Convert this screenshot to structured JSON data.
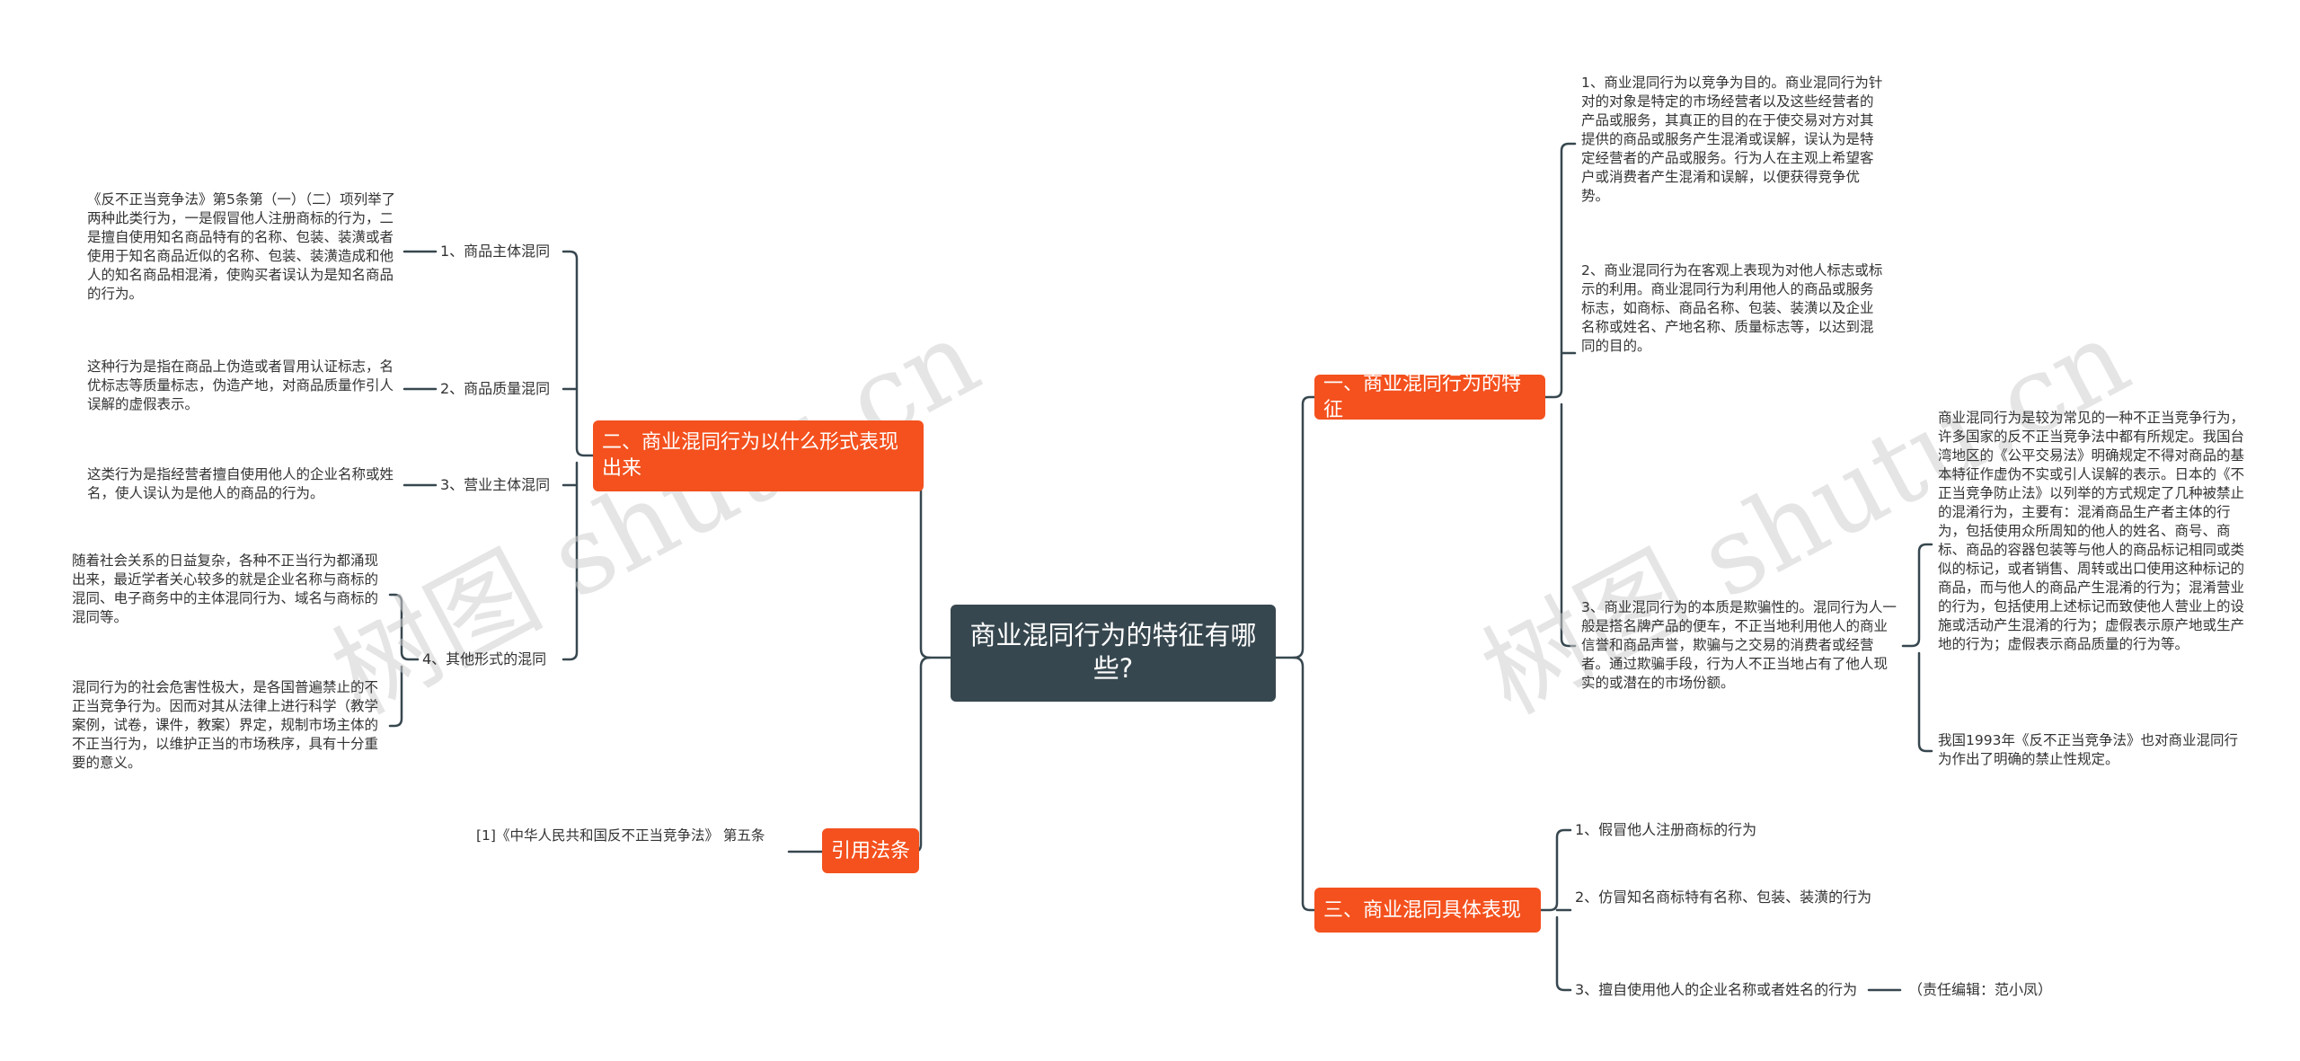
{
  "watermark": "树图 shutu.cn",
  "central": "商业混同行为的特征有哪些?",
  "left": {
    "forms": {
      "title": "二、商业混同行为以什么形式表现出来",
      "items": [
        {
          "label": "1、商品主体混同",
          "text": "《反不正当竞争法》第5条第（一）（二）项列举了两种此类行为，一是假冒他人注册商标的行为，二是擅自使用知名商品特有的名称、包装、装潢或者使用于知名商品近似的名称、包装、装潢造成和他人的知名商品相混淆，使购买者误认为是知名商品的行为。"
        },
        {
          "label": "2、商品质量混同",
          "text": "这种行为是指在商品上伪造或者冒用认证标志，名优标志等质量标志，伪造产地，对商品质量作引人误解的虚假表示。"
        },
        {
          "label": "3、营业主体混同",
          "text": "这类行为是指经营者擅自使用他人的企业名称或姓名，使人误认为是他人的商品的行为。"
        },
        {
          "label": "4、其他形式的混同",
          "texts": [
            "随着社会关系的日益复杂，各种不正当行为都涌现出来，最近学者关心较多的就是企业名称与商标的混同、电子商务中的主体混同行为、域名与商标的混同等。",
            "混同行为的社会危害性极大，是各国普遍禁止的不正当竞争行为。因而对其从法律上进行科学（教学案例，试卷，课件，教案）界定，规制市场主体的不正当行为，以维护正当的市场秩序，具有十分重要的意义。"
          ]
        }
      ]
    },
    "law": {
      "title": "引用法条",
      "text": "[1]《中华人民共和国反不正当竞争法》 第五条"
    }
  },
  "right": {
    "features": {
      "title": "一、商业混同行为的特征",
      "items": [
        {
          "text": "1、商业混同行为以竞争为目的。商业混同行为针对的对象是特定的市场经营者以及这些经营者的产品或服务，其真正的目的在于使交易对方对其提供的商品或服务产生混淆或误解，误认为是特定经营者的产品或服务。行为人在主观上希望客户或消费者产生混淆和误解，以便获得竞争优势。"
        },
        {
          "text": "2、商业混同行为在客观上表现为对他人标志或标示的利用。商业混同行为利用他人的商品或服务标志，如商标、商品名称、包装、装潢以及企业名称或姓名、产地名称、质量标志等，以达到混同的目的。"
        },
        {
          "text": "3、商业混同行为的本质是欺骗性的。混同行为人一般是搭名牌产品的便车，不正当地利用他人的商业信誉和商品声誉，欺骗与之交易的消费者或经营者。通过欺骗手段，行为人不正当地占有了他人现实的或潜在的市场份额。",
          "subs": [
            "商业混同行为是较为常见的一种不正当竞争行为，许多国家的反不正当竞争法中都有所规定。我国台湾地区的《公平交易法》明确规定不得对商品的基本特征作虚伪不实或引人误解的表示。日本的《不正当竞争防止法》以列举的方式规定了几种被禁止的混淆行为，主要有：混淆商品生产者主体的行为，包括使用众所周知的他人的姓名、商号、商标、商品的容器包装等与他人的商品标记相同或类似的标记，或者销售、周转或出口使用这种标记的商品，而与他人的商品产生混淆的行为；混淆营业的行为，包括使用上述标记而致使他人营业上的设施或活动产生混淆的行为；虚假表示原产地或生产地的行为；虚假表示商品质量的行为等。",
            "我国1993年《反不正当竞争法》也对商业混同行为作出了明确的禁止性规定。"
          ]
        }
      ]
    },
    "specific": {
      "title": "三、商业混同具体表现",
      "items": [
        {
          "label": "1、假冒他人注册商标的行为"
        },
        {
          "label": "2、仿冒知名商标特有名称、包装、装潢的行为"
        },
        {
          "label": "3、擅自使用他人的企业名称或者姓名的行为",
          "note": "（责任编辑：范小凤）"
        }
      ]
    }
  }
}
